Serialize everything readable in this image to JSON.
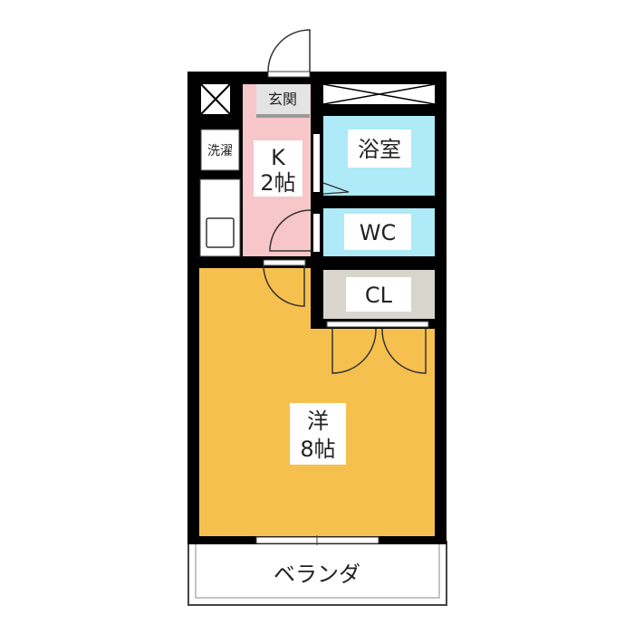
{
  "rooms": {
    "entrance": "玄関",
    "laundry": "洗濯",
    "kitchen_name": "K",
    "kitchen_size": "2帖",
    "bath": "浴室",
    "wc": "WC",
    "closet": "CL",
    "western_name": "洋",
    "western_size": "8帖",
    "veranda": "ベランダ"
  },
  "colors": {
    "kitchen": "#f7c6c8",
    "bath": "#aeeaf7",
    "closet": "#d8d6cc",
    "western": "#f6c04e",
    "wall": "#000000"
  }
}
